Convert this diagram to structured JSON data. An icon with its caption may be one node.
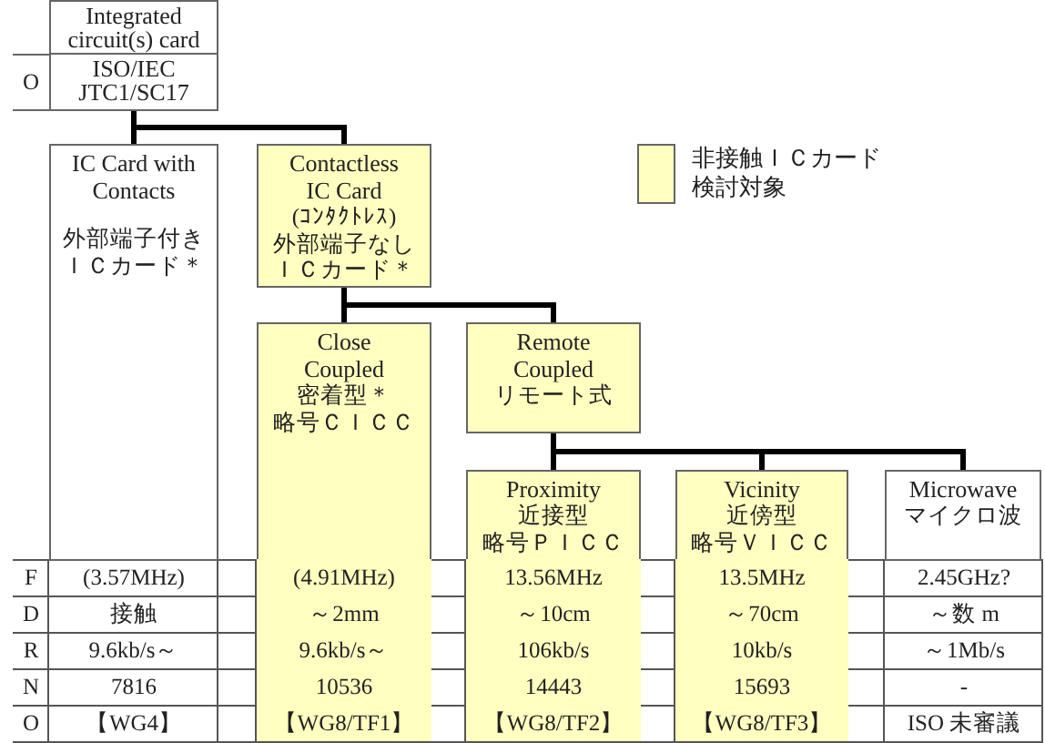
{
  "diagram": {
    "nodes": [
      {
        "text": [
          "Integrated circuit(s) card",
          "ISO/IEC JTC1/SC17"
        ]
      },
      {
        "text": [
          "IC Card with Contacts",
          "外部端子付きＩＣカード＊"
        ]
      },
      {
        "text": [
          "Contactless IC Card",
          "(ｺﾝﾀｸﾄﾚｽ)",
          "外部端子なしＩＣカード＊"
        ]
      },
      {
        "text": [
          "Close Coupled",
          "密着型＊",
          "略号ＣＩＣＣ"
        ]
      },
      {
        "text": [
          "Remote Coupled",
          "リモート式"
        ]
      },
      {
        "text": [
          "Proximity",
          "近接型",
          "略号ＰＩＣＣ"
        ]
      },
      {
        "text": [
          "Vicinity",
          "近傍型",
          "略号ＶＩＣＣ"
        ]
      },
      {
        "text": [
          "Microwave",
          "マイクロ波"
        ]
      }
    ],
    "edges": [
      {
        "from": 0,
        "to": 1,
        "arrow": "none"
      },
      {
        "from": 0,
        "to": 2,
        "arrow": "none"
      },
      {
        "from": 2,
        "to": 3,
        "arrow": "none"
      },
      {
        "from": 2,
        "to": 4,
        "arrow": "none"
      },
      {
        "from": 4,
        "to": 5,
        "arrow": "none"
      },
      {
        "from": 4,
        "to": 6,
        "arrow": "none"
      },
      {
        "from": 4,
        "to": 7,
        "arrow": "none"
      }
    ],
    "labels": [
      "O",
      "F",
      "(3.57MHz)",
      "(4.91MHz)",
      "13.56MHz",
      "13.5MHz",
      "2.45GHz?",
      "D",
      "接触",
      "～2mm",
      "～10cm",
      "～70cm",
      "～数 m",
      "R",
      "9.6kb/s～",
      "9.6kb/s～",
      "106kb/s",
      "10kb/s",
      "～1Mb/s",
      "N",
      "7816",
      "10536",
      "14443",
      "15693",
      "-",
      "O",
      "【WG4】",
      "【WG8/TF1】",
      "【WG8/TF2】",
      "【WG8/TF3】",
      "ISO 未審議"
    ],
    "legend": [
      {
        "text": "非接触ＩＣカード検討対象",
        "color": "#ffffc0"
      }
    ]
  }
}
